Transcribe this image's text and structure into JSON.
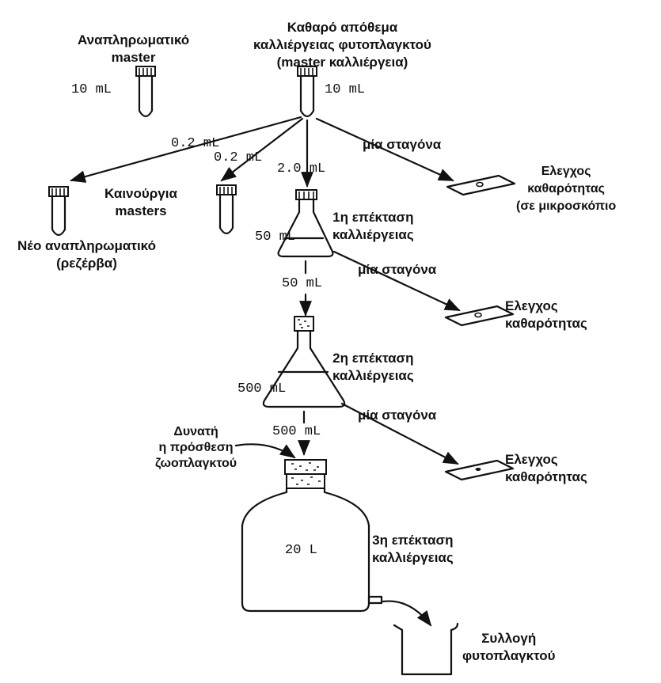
{
  "diagram": {
    "master_culture_label": "Καθαρό απόθεμα\nκαλλιέργειας φυτοπλαγκτού\n(master καλλιέργεια)",
    "backup_master_label": "Αναπληρωματικό\nmaster",
    "master_volume": "10 mL",
    "backup_volume": "10 mL",
    "transfer_volume_backup": "0.2 mL",
    "transfer_volume_new": "0.2 mL",
    "transfer_volume_flask1": "2.0 mL",
    "drop_label_1": "μία σταγόνα",
    "purity_check_microscope": "Ελεγχος\nκαθαρότητας\n(σε μικροσκόπιο",
    "new_masters_label": "Καινούργια\nmasters",
    "new_backup_label": "Νέο αναπληρωματικό\n(ρεζέρβα)",
    "flask1_volume": "50 mL",
    "expansion_1": "1η επέκταση\nκαλλιέργειας",
    "transfer_volume_flask2": "50 mL",
    "drop_label_2": "μία σταγόνα",
    "purity_check_2": "Ελεγχος\nκαθαρότητας",
    "flask2_volume": "500 mL",
    "expansion_2": "2η επέκταση\nκαλλιέργειας",
    "transfer_volume_bottle": "500 mL",
    "drop_label_3": "μία σταγόνα",
    "zooplankton_note": "Δυνατή\nη πρόσθεση\nζωοπλαγκτού",
    "purity_check_3": "Ελεγχος\nκαθαρότητας",
    "bottle_volume": "20 L",
    "expansion_3": "3η επέκταση\nκαλλιέργειας",
    "harvest_label": "Συλλογή\nφυτοπλαγκτού"
  }
}
